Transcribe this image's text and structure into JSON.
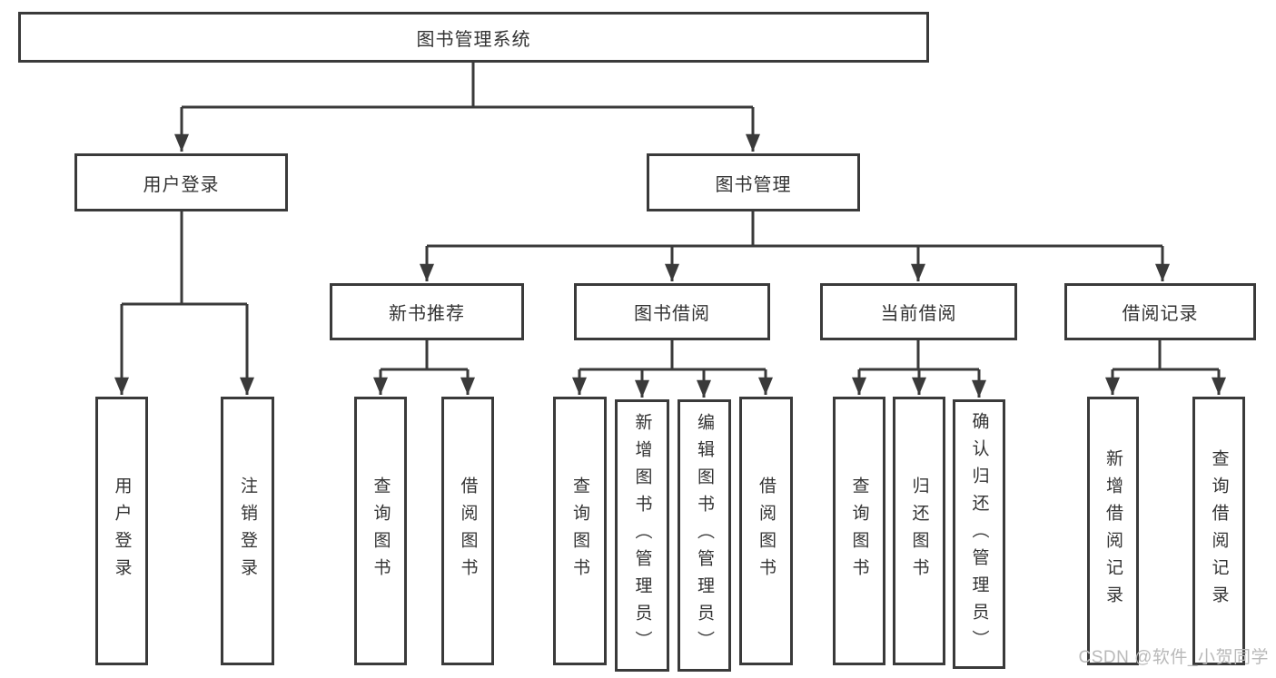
{
  "title": "图书管理系统",
  "colors": {
    "line": "#3a3a3a",
    "box_border": "#3a3a3a",
    "text": "#333333",
    "background": "#ffffff",
    "watermark": "#b9b9b9"
  },
  "tree": {
    "label": "图书管理系统",
    "children": [
      {
        "label": "用户登录",
        "children": [
          {
            "label": "用户登录"
          },
          {
            "label": "注销登录"
          }
        ]
      },
      {
        "label": "图书管理",
        "children": [
          {
            "label": "新书推荐",
            "children": [
              {
                "label": "查询图书"
              },
              {
                "label": "借阅图书"
              }
            ]
          },
          {
            "label": "图书借阅",
            "children": [
              {
                "label": "查询图书"
              },
              {
                "label": "新增图书（管理员）"
              },
              {
                "label": "编辑图书（管理员）"
              },
              {
                "label": "借阅图书"
              }
            ]
          },
          {
            "label": "当前借阅",
            "children": [
              {
                "label": "查询图书"
              },
              {
                "label": "归还图书"
              },
              {
                "label": "确认归还（管理员）"
              }
            ]
          },
          {
            "label": "借阅记录",
            "children": [
              {
                "label": "新增借阅记录"
              },
              {
                "label": "查询借阅记录"
              }
            ]
          }
        ]
      }
    ]
  },
  "watermark": "CSDN @软件_小贺同学"
}
